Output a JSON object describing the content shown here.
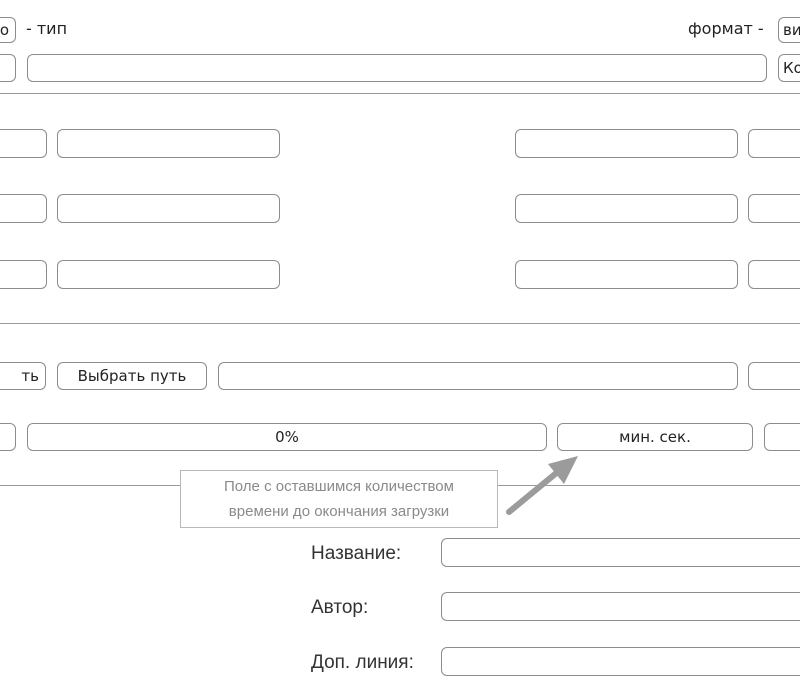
{
  "header": {
    "type_select_value": "о",
    "type_label": "- тип",
    "format_label": "формат -",
    "format_select_value": "ви",
    "row2_left_value": "",
    "url_value": "",
    "row2_right_button": "Ко"
  },
  "path_row": {
    "left_button_label": "ть",
    "choose_path_label": "Выбрать путь",
    "path_value": "",
    "right_value": ""
  },
  "progress_row": {
    "left_value": "",
    "progress_text": "0%",
    "progress_fraction": 0,
    "time_remaining_text": "мин.   сек.",
    "right_value": ""
  },
  "callout": {
    "line1": "Поле с оставшимся количеством",
    "line2": "времени до окончания загрузки"
  },
  "metadata": {
    "title_label": "Название:",
    "title_value": "",
    "author_label": "Автор:",
    "author_value": "",
    "extra_label": "Доп. линия:",
    "extra_value": ""
  },
  "colors": {
    "border": "#8c8c8c",
    "divider": "#9a9a9a",
    "arrow": "#9b9b9b",
    "callout_text": "#8a8a8a"
  }
}
